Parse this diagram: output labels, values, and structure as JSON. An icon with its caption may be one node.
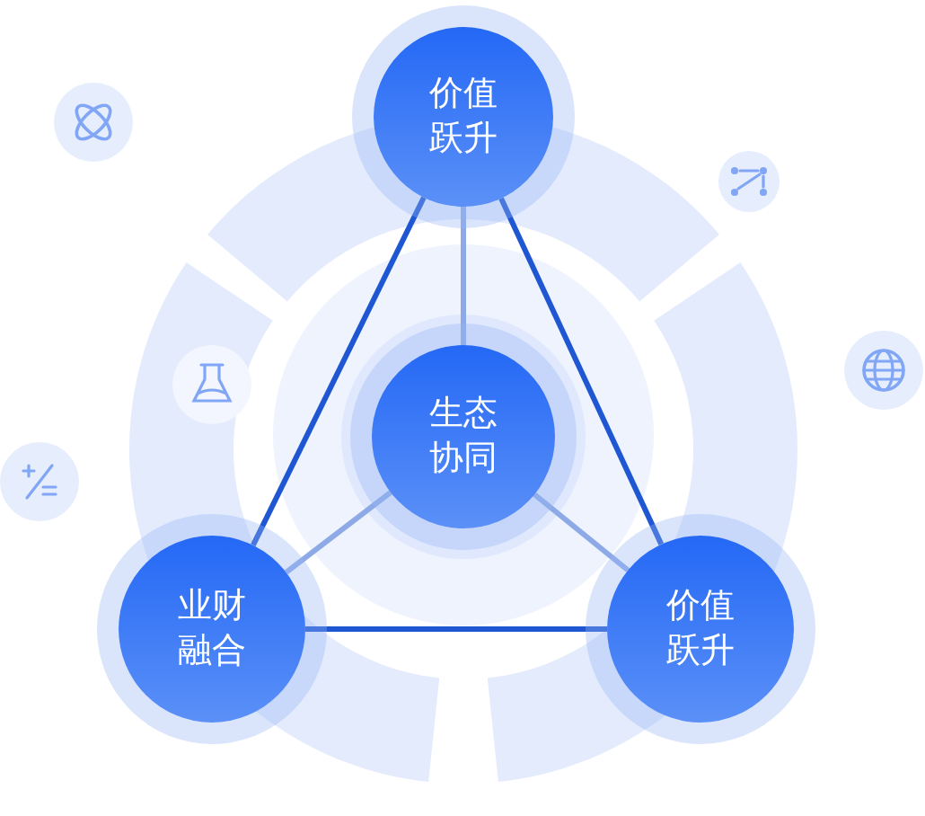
{
  "diagram": {
    "nodes": [
      {
        "text": [
          "价值跃升"
        ]
      },
      {
        "text": [
          "生态协同"
        ]
      },
      {
        "text": [
          "业财融合"
        ]
      },
      {
        "text": [
          "价值跃升"
        ]
      }
    ],
    "edges": [
      {
        "from": 0,
        "to": 2,
        "arrow": "none"
      },
      {
        "from": 0,
        "to": 3,
        "arrow": "none"
      },
      {
        "from": 2,
        "to": 3,
        "arrow": "none"
      },
      {
        "from": 1,
        "to": 0,
        "arrow": "none",
        "color": "#8eaae6"
      },
      {
        "from": 1,
        "to": 2,
        "arrow": "none",
        "color": "#8eaae6"
      },
      {
        "from": 1,
        "to": 3,
        "arrow": "none",
        "color": "#8eaae6"
      }
    ]
  }
}
